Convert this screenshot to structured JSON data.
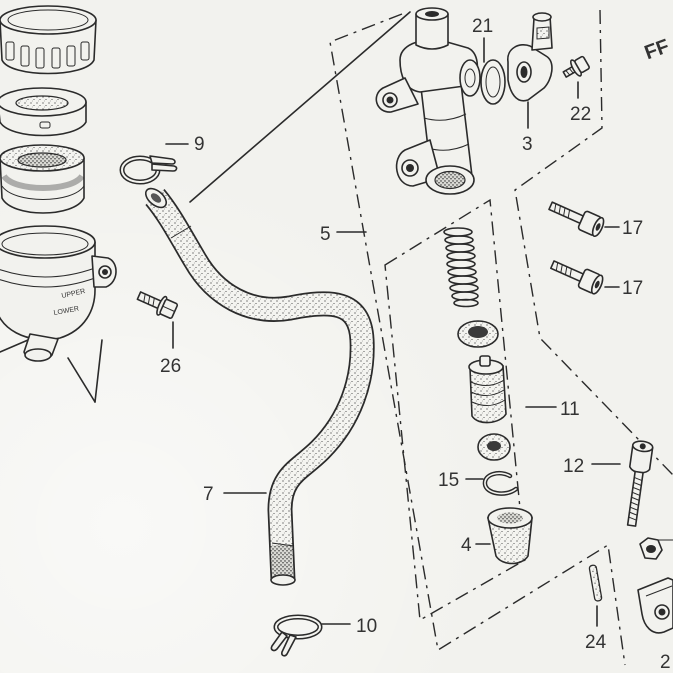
{
  "colors": {
    "paper": "#f2f2ee",
    "ink": "#2b2b2b"
  },
  "direction_mark": "FF",
  "reservoir": {
    "upper_mark": "UPPER",
    "lower_mark": "LOWER"
  },
  "callouts": {
    "c21": "21",
    "c9": "9",
    "c22": "22",
    "c3": "3",
    "c5": "5",
    "c17_upper": "17",
    "c17_lower": "17",
    "c26": "26",
    "c11": "11",
    "c12": "12",
    "c7": "7",
    "c15": "15",
    "c4": "4",
    "c10": "10",
    "c24": "24",
    "c2_cut": "2"
  }
}
